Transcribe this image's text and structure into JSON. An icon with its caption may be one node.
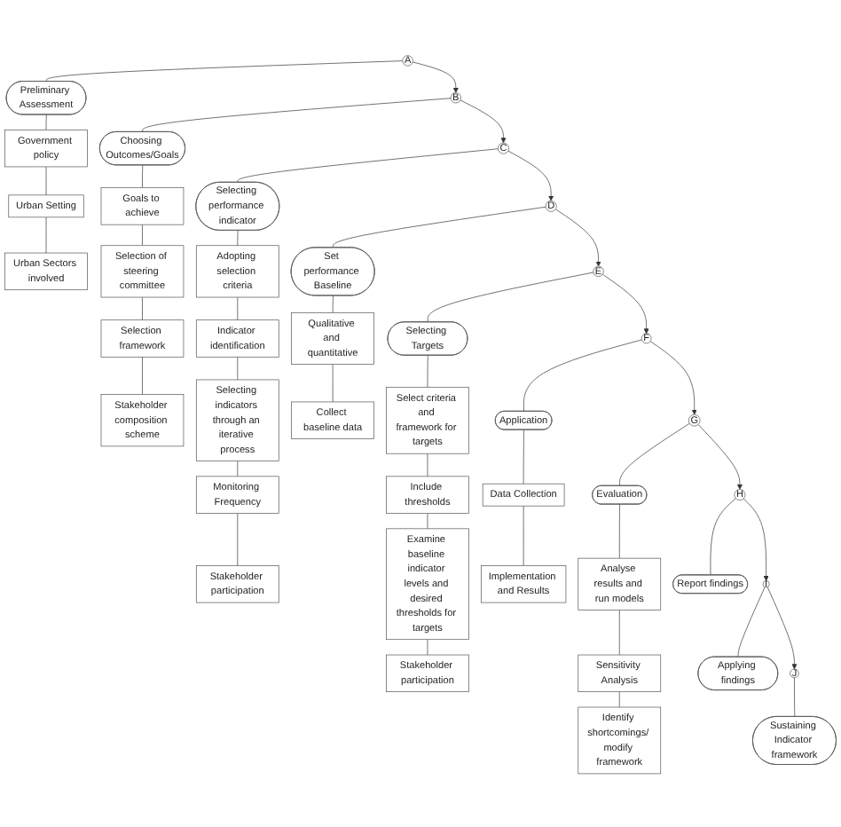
{
  "diagram": {
    "nodes": [
      {
        "text": [
          "A"
        ]
      },
      {
        "text": [
          "Preliminary Assessment"
        ]
      },
      {
        "text": [
          "Government policy"
        ]
      },
      {
        "text": [
          "Urban Setting"
        ]
      },
      {
        "text": [
          "Urban Sectors involved"
        ]
      },
      {
        "text": [
          "B"
        ]
      },
      {
        "text": [
          "Choosing Outcomes/Goals"
        ]
      },
      {
        "text": [
          "Goals to achieve"
        ]
      },
      {
        "text": [
          "Selection of steering committee"
        ]
      },
      {
        "text": [
          "Selection framework"
        ]
      },
      {
        "text": [
          "Stakeholder composition scheme"
        ]
      },
      {
        "text": [
          "C"
        ]
      },
      {
        "text": [
          "Selecting performance indicator"
        ]
      },
      {
        "text": [
          "Adopting selection criteria"
        ]
      },
      {
        "text": [
          "Indicator identification"
        ]
      },
      {
        "text": [
          "Selecting indicators through an iterative process"
        ]
      },
      {
        "text": [
          "Monitoring Frequency"
        ]
      },
      {
        "text": [
          "Stakeholder participation"
        ]
      },
      {
        "text": [
          "D"
        ]
      },
      {
        "text": [
          "Set performance Baseline"
        ]
      },
      {
        "text": [
          "Qualitative and quantitative"
        ]
      },
      {
        "text": [
          "Collect baseline data"
        ]
      },
      {
        "text": [
          "E"
        ]
      },
      {
        "text": [
          "Selecting Targets"
        ]
      },
      {
        "text": [
          "Select criteria and framework for targets"
        ]
      },
      {
        "text": [
          "Include thresholds"
        ]
      },
      {
        "text": [
          "Examine baseline indicator levels and desired thresholds for targets"
        ]
      },
      {
        "text": [
          "Stakeholder participation"
        ]
      },
      {
        "text": [
          "F"
        ]
      },
      {
        "text": [
          "Application"
        ]
      },
      {
        "text": [
          "Data Collection"
        ]
      },
      {
        "text": [
          "Implementation and Results"
        ]
      },
      {
        "text": [
          "G"
        ]
      },
      {
        "text": [
          "Evaluation"
        ]
      },
      {
        "text": [
          "Analyse results and run models"
        ]
      },
      {
        "text": [
          "Sensitivity Analysis"
        ]
      },
      {
        "text": [
          "Identify shortcomings/ modify framework"
        ]
      },
      {
        "text": [
          "H"
        ]
      },
      {
        "text": [
          "Report findings"
        ]
      },
      {
        "text": [
          "I"
        ]
      },
      {
        "text": [
          "Applying findings"
        ]
      },
      {
        "text": [
          "J"
        ]
      },
      {
        "text": [
          "Sustaining Indicator framework"
        ]
      }
    ],
    "edges": [
      {
        "from": 0,
        "to": 1,
        "arrow": "none"
      },
      {
        "from": 1,
        "to": 2,
        "arrow": "none"
      },
      {
        "from": 2,
        "to": 3,
        "arrow": "none"
      },
      {
        "from": 3,
        "to": 4,
        "arrow": "none"
      },
      {
        "from": 0,
        "to": 5,
        "arrow": "to"
      },
      {
        "from": 5,
        "to": 6,
        "arrow": "none"
      },
      {
        "from": 6,
        "to": 7,
        "arrow": "none"
      },
      {
        "from": 7,
        "to": 8,
        "arrow": "none"
      },
      {
        "from": 8,
        "to": 9,
        "arrow": "none"
      },
      {
        "from": 9,
        "to": 10,
        "arrow": "none"
      },
      {
        "from": 5,
        "to": 11,
        "arrow": "to"
      },
      {
        "from": 11,
        "to": 12,
        "arrow": "none"
      },
      {
        "from": 12,
        "to": 13,
        "arrow": "none"
      },
      {
        "from": 13,
        "to": 14,
        "arrow": "none"
      },
      {
        "from": 14,
        "to": 15,
        "arrow": "none"
      },
      {
        "from": 15,
        "to": 16,
        "arrow": "none"
      },
      {
        "from": 16,
        "to": 17,
        "arrow": "none"
      },
      {
        "from": 11,
        "to": 18,
        "arrow": "to"
      },
      {
        "from": 18,
        "to": 19,
        "arrow": "none"
      },
      {
        "from": 19,
        "to": 20,
        "arrow": "none"
      },
      {
        "from": 20,
        "to": 21,
        "arrow": "none"
      },
      {
        "from": 18,
        "to": 22,
        "arrow": "to"
      },
      {
        "from": 22,
        "to": 23,
        "arrow": "none"
      },
      {
        "from": 23,
        "to": 24,
        "arrow": "none"
      },
      {
        "from": 24,
        "to": 25,
        "arrow": "none"
      },
      {
        "from": 25,
        "to": 26,
        "arrow": "none"
      },
      {
        "from": 26,
        "to": 27,
        "arrow": "none"
      },
      {
        "from": 22,
        "to": 28,
        "arrow": "to"
      },
      {
        "from": 28,
        "to": 29,
        "arrow": "none"
      },
      {
        "from": 29,
        "to": 30,
        "arrow": "none"
      },
      {
        "from": 30,
        "to": 31,
        "arrow": "none"
      },
      {
        "from": 28,
        "to": 32,
        "arrow": "to"
      },
      {
        "from": 32,
        "to": 33,
        "arrow": "none"
      },
      {
        "from": 33,
        "to": 34,
        "arrow": "none"
      },
      {
        "from": 34,
        "to": 35,
        "arrow": "none"
      },
      {
        "from": 35,
        "to": 36,
        "arrow": "none"
      },
      {
        "from": 32,
        "to": 37,
        "arrow": "to"
      },
      {
        "from": 37,
        "to": 38,
        "arrow": "none"
      },
      {
        "from": 37,
        "to": 39,
        "arrow": "to"
      },
      {
        "from": 39,
        "to": 40,
        "arrow": "none"
      },
      {
        "from": 39,
        "to": 41,
        "arrow": "to"
      },
      {
        "from": 41,
        "to": 42,
        "arrow": "none"
      }
    ]
  }
}
